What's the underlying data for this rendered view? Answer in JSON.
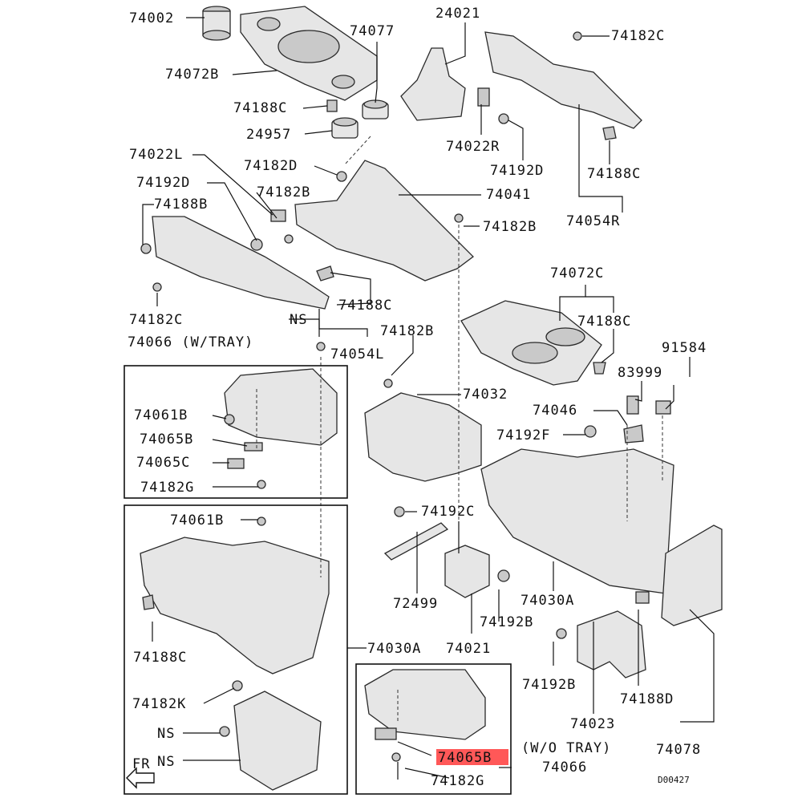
{
  "labels": {
    "l74002": "74002",
    "l74072B": "74072B",
    "l74077": "74077",
    "l24021": "24021",
    "l74182C_top": "74182C",
    "l74188C_1": "74188C",
    "l24957": "24957",
    "l74022R": "74022R",
    "l74192D_r": "74192D",
    "l74188C_r": "74188C",
    "l74022L": "74022L",
    "l74182D": "74182D",
    "l74192D_l": "74192D",
    "l74182B_1": "74182B",
    "l74041": "74041",
    "l74188B": "74188B",
    "l74182B_2": "74182B",
    "l74054R": "74054R",
    "l74188C_2": "74188C",
    "l74182C_l": "74182C",
    "lNS_1": "NS",
    "l74054L": "74054L",
    "l74072C": "74072C",
    "l74188C_3": "74188C",
    "l74066_tray": "74066 (W/TRAY)",
    "l74182B_3": "74182B",
    "l91584": "91584",
    "l83999": "83999",
    "l74032": "74032",
    "l74061B_1": "74061B",
    "l74046": "74046",
    "l74065B_1": "74065B",
    "l74192F": "74192F",
    "l74065C": "74065C",
    "l74182G_1": "74182G",
    "l74061B_2": "74061B",
    "l74192C": "74192C",
    "l72499": "72499",
    "l74030A_1": "74030A",
    "l74192B_1": "74192B",
    "l74188C_4": "74188C",
    "l74030A_2": "74030A",
    "l74021": "74021",
    "l74182K": "74182K",
    "l74192B_2": "74192B",
    "l74188D": "74188D",
    "lNS_2": "NS",
    "l74023": "74023",
    "lWO_tray": "(W/O TRAY)",
    "l74078": "74078",
    "lFR": "FR",
    "lNS_3": "NS",
    "l74065B_2": "74065B",
    "l74066": "74066",
    "l74182G_2": "74182G",
    "lD00427": "D00427"
  },
  "highlight": {
    "part_number": "74065B",
    "color": "#ff3b3b"
  }
}
